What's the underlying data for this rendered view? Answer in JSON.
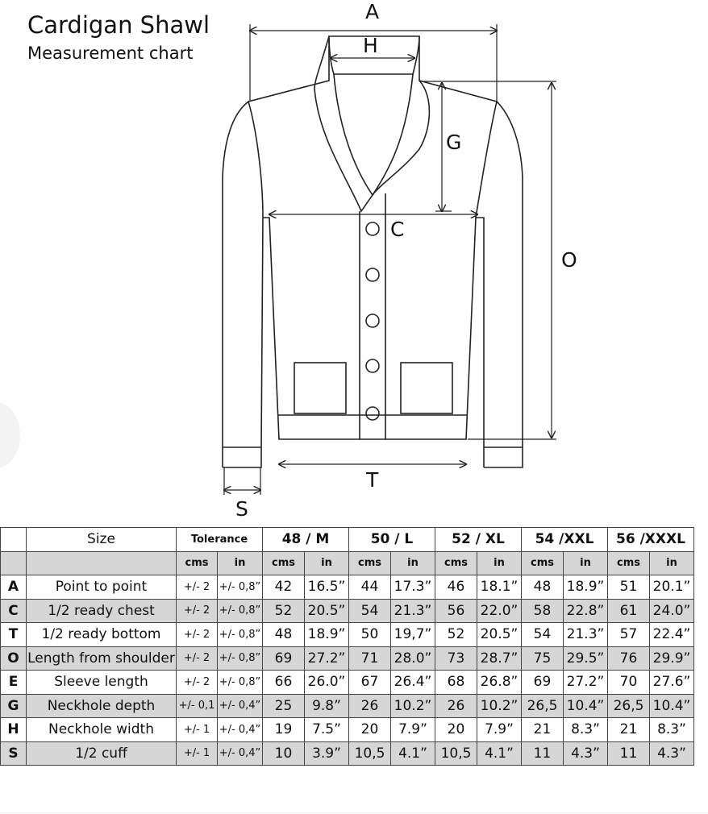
{
  "title": "Cardigan Shawl",
  "subtitle": "Measurement chart",
  "diagram_labels": {
    "A": "A",
    "H": "H",
    "G": "G",
    "C": "C",
    "O": "O",
    "T": "T",
    "S": "S"
  },
  "table": {
    "size_header": "Size",
    "tolerance_header": "Tolerance",
    "sizes": [
      "48 / M",
      "50 / L",
      "52 / XL",
      "54 /XXL",
      "56 /XXXL"
    ],
    "unit_cms": "cms",
    "unit_in": "in",
    "rows": [
      {
        "letter": "A",
        "name": "Point to point",
        "tol_cms": "+/- 2",
        "tol_in": "+/- 0,8”",
        "values": [
          [
            "42",
            "16.5”"
          ],
          [
            "44",
            "17.3”"
          ],
          [
            "46",
            "18.1”"
          ],
          [
            "48",
            "18.9”"
          ],
          [
            "51",
            "20.1”"
          ]
        ]
      },
      {
        "letter": "C",
        "name": "1/2 ready chest",
        "tol_cms": "+/- 2",
        "tol_in": "+/- 0,8”",
        "values": [
          [
            "52",
            "20.5”"
          ],
          [
            "54",
            "21.3”"
          ],
          [
            "56",
            "22.0”"
          ],
          [
            "58",
            "22.8”"
          ],
          [
            "61",
            "24.0”"
          ]
        ]
      },
      {
        "letter": "T",
        "name": "1/2 ready bottom",
        "tol_cms": "+/- 2",
        "tol_in": "+/- 0,8”",
        "values": [
          [
            "48",
            "18.9”"
          ],
          [
            "50",
            "19,7”"
          ],
          [
            "52",
            "20.5”"
          ],
          [
            "54",
            "21.3”"
          ],
          [
            "57",
            "22.4”"
          ]
        ]
      },
      {
        "letter": "O",
        "name": "Length from shoulder",
        "tol_cms": "+/- 2",
        "tol_in": "+/- 0,8”",
        "values": [
          [
            "69",
            "27.2”"
          ],
          [
            "71",
            "28.0”"
          ],
          [
            "73",
            "28.7”"
          ],
          [
            "75",
            "29.5”"
          ],
          [
            "76",
            "29.9”"
          ]
        ]
      },
      {
        "letter": "E",
        "name": "Sleeve length",
        "tol_cms": "+/- 2",
        "tol_in": "+/- 0,8”",
        "values": [
          [
            "66",
            "26.0”"
          ],
          [
            "67",
            "26.4”"
          ],
          [
            "68",
            "26.8”"
          ],
          [
            "69",
            "27.2”"
          ],
          [
            "70",
            "27.6”"
          ]
        ]
      },
      {
        "letter": "G",
        "name": "Neckhole depth",
        "tol_cms": "+/- 0,1",
        "tol_in": "+/- 0,4”",
        "values": [
          [
            "25",
            "9.8”"
          ],
          [
            "26",
            "10.2”"
          ],
          [
            "26",
            "10.2”"
          ],
          [
            "26,5",
            "10.4”"
          ],
          [
            "26,5",
            "10.4”"
          ]
        ]
      },
      {
        "letter": "H",
        "name": "Neckhole width",
        "tol_cms": "+/- 1",
        "tol_in": "+/- 0,4”",
        "values": [
          [
            "19",
            "7.5”"
          ],
          [
            "20",
            "7.9”"
          ],
          [
            "20",
            "7.9”"
          ],
          [
            "21",
            "8.3”"
          ],
          [
            "21",
            "8.3”"
          ]
        ]
      },
      {
        "letter": "S",
        "name": "1/2 cuff",
        "tol_cms": "+/- 1",
        "tol_in": "+/- 0,4”",
        "values": [
          [
            "10",
            "3.9”"
          ],
          [
            "10,5",
            "4.1”"
          ],
          [
            "10,5",
            "4.1”"
          ],
          [
            "11",
            "4.3”"
          ],
          [
            "11",
            "4.3”"
          ]
        ]
      }
    ]
  }
}
